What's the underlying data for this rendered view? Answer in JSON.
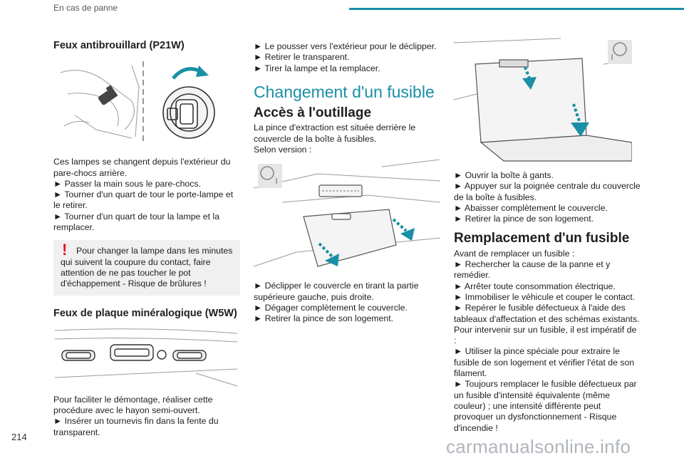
{
  "header": {
    "section": "En cas de panne"
  },
  "page_number": "214",
  "watermark": "carmanualsonline.info",
  "col1": {
    "h_fog": "Feux antibrouillard (P21W)",
    "p1": "Ces lampes se changent depuis l'extérieur du pare-chocs arrière.",
    "s1": "► Passer la main sous le pare-chocs.",
    "s2": "► Tourner d'un quart de tour le porte-lampe et le retirer.",
    "s3": "► Tourner d'un quart de tour la lampe et la remplacer.",
    "warn_mark": "!",
    "warn": "Pour changer la lampe dans les minutes qui suivent la coupure du contact, faire attention de ne pas toucher le pot d'échappement - Risque de brûlures !",
    "h_plate": "Feux de plaque minéralogique (W5W)",
    "p2": "Pour faciliter le démontage, réaliser cette procédure avec le hayon semi-ouvert.",
    "s4": "► Insérer un tournevis fin dans la fente du transparent."
  },
  "col2": {
    "s1": "► Le pousser vers l'extérieur pour le déclipper.",
    "s2": "► Retirer le transparent.",
    "s3": "► Tirer la lampe et la remplacer.",
    "h_fuse": "Changement d'un fusible",
    "h_tools": "Accès à l'outillage",
    "p1": "La pince d'extraction est située derrière le couvercle de la boîte à fusibles.",
    "p2": "Selon version :",
    "s4": "► Déclipper le couvercle en tirant la partie supérieure gauche, puis droite.",
    "s5": "► Dégager complètement le couvercle.",
    "s6": "► Retirer la pince de son logement."
  },
  "col3": {
    "s1": "► Ouvrir la boîte à gants.",
    "s2": "► Appuyer sur la poignée centrale du couvercle de la boîte à fusibles.",
    "s3": "► Abaisser complètement le couvercle.",
    "s4": "► Retirer la pince de son logement.",
    "h_replace": "Remplacement d'un fusible",
    "p1": "Avant de remplacer un fusible :",
    "s5": "► Rechercher la cause de la panne et y remédier.",
    "s6": "► Arrêter toute consommation électrique.",
    "s7": "► Immobiliser le véhicule et couper le contact.",
    "s8": "► Repérer le fusible défectueux à l'aide des tableaux d'affectation et des schémas existants.",
    "p2": "Pour intervenir sur un fusible, il est impératif de :",
    "s9": "► Utiliser la pince spéciale pour extraire le fusible de son logement et vérifier l'état de son filament.",
    "s10": "► Toujours remplacer le fusible défectueux par un fusible d'intensité équivalente (même couleur) ; une intensité différente peut provoquer un dysfonctionnement - Risque d'incendie !"
  },
  "colors": {
    "accent": "#1a8fa5",
    "warning": "#e3141c",
    "arrow": "#1a8fa5"
  }
}
